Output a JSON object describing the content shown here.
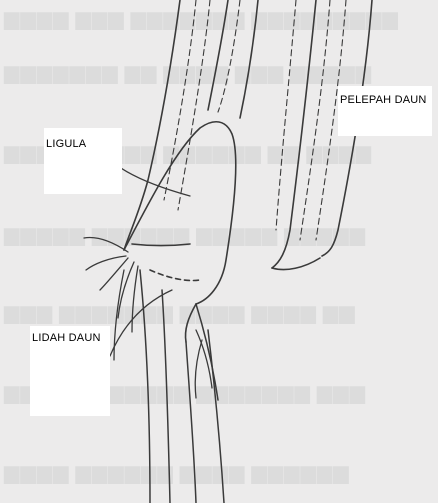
{
  "labels": {
    "ligula": "LIGULA",
    "pelepah_daun": "PELEPAH DAUN",
    "lidah_daun": "LIDAH DAUN"
  },
  "colors": {
    "background": "#ecebeb",
    "ink": "#3a3a3a",
    "label_box": "#ffffff"
  }
}
